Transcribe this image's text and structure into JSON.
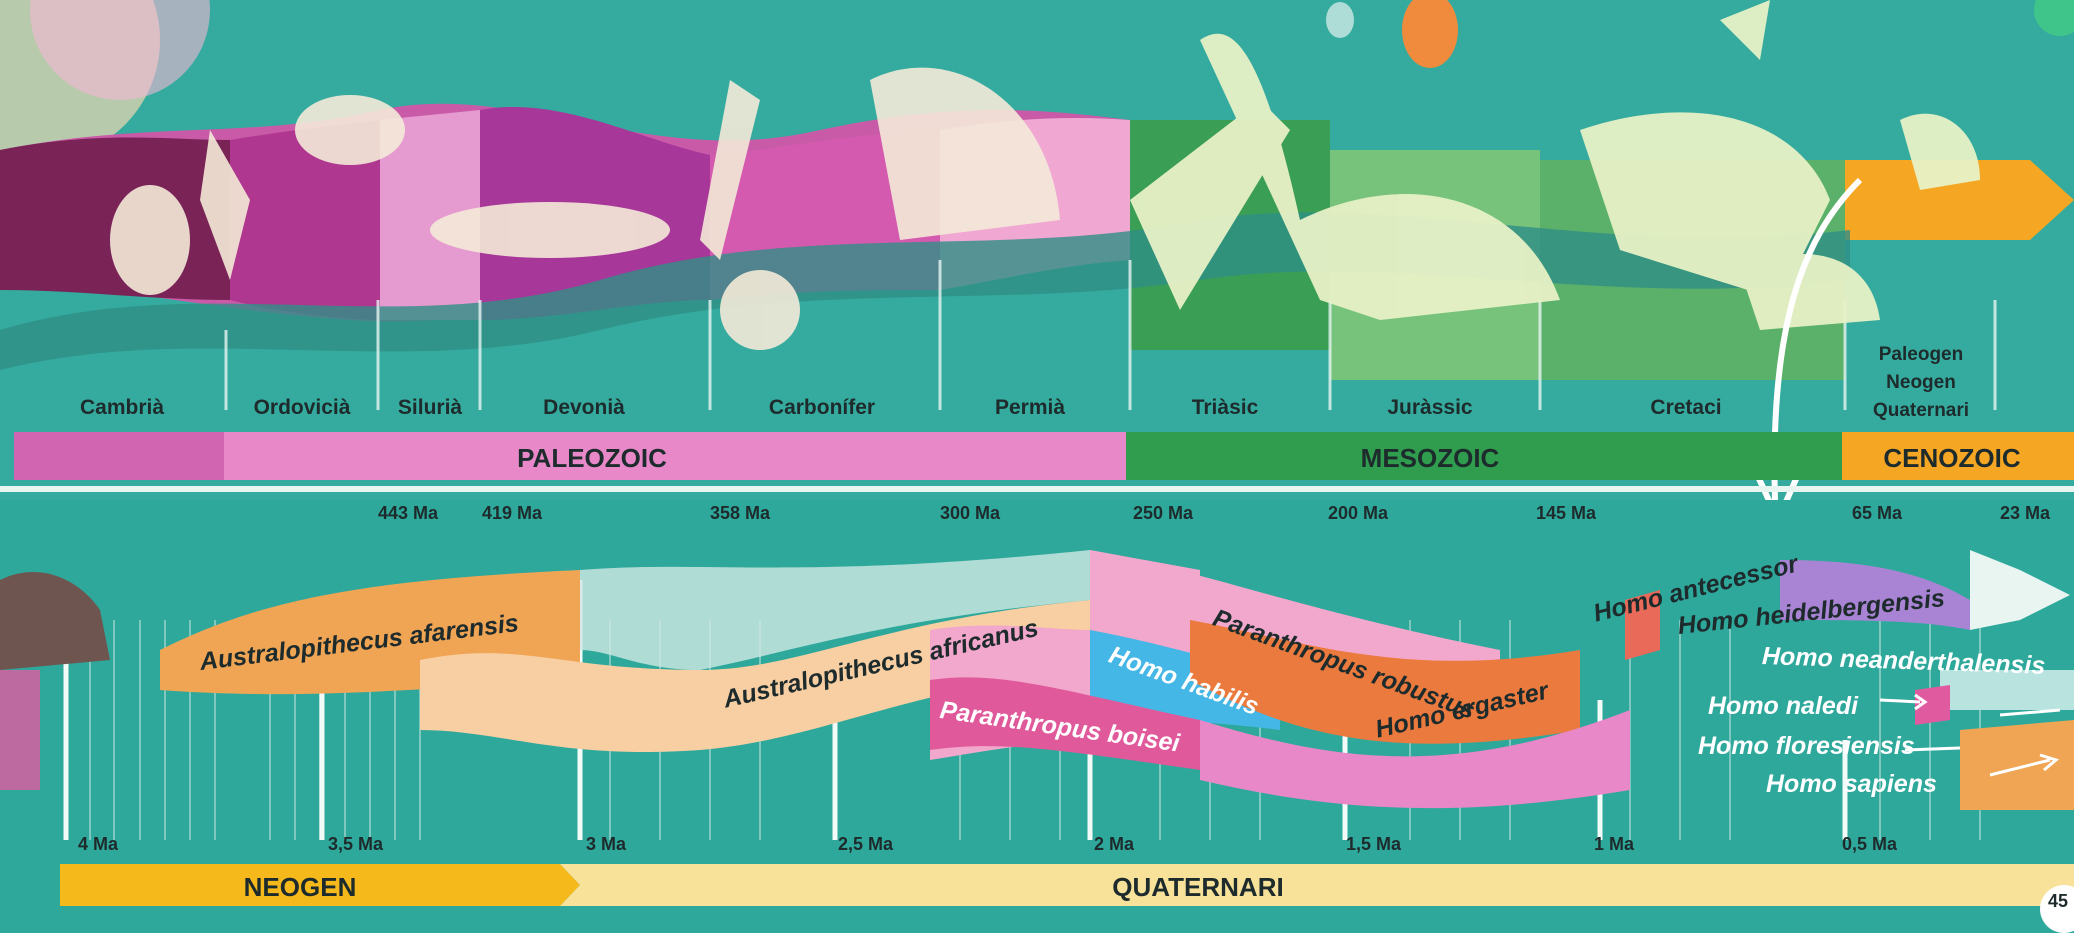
{
  "periods": [
    {
      "label": "Cambrià"
    },
    {
      "label": "Ordovicià"
    },
    {
      "label": "Silurià"
    },
    {
      "label": "Devonià"
    },
    {
      "label": "Carbonífer"
    },
    {
      "label": "Permià"
    },
    {
      "label": "Triàsic"
    },
    {
      "label": "Juràssic"
    },
    {
      "label": "Cretaci"
    }
  ],
  "cenozoic_periods": [
    "Paleogen",
    "Neogen",
    "Quaternari"
  ],
  "eras": {
    "paleozoic": "PALEOZOIC",
    "mesozoic": "MESOZOIC",
    "cenozoic": "CENOZOIC"
  },
  "top_dates": [
    "443 Ma",
    "419 Ma",
    "358 Ma",
    "300 Ma",
    "250 Ma",
    "200 Ma",
    "145 Ma",
    "65 Ma",
    "23 Ma"
  ],
  "species": [
    "Australopithecus afarensis",
    "Australopithecus africanus",
    "Homo habilis",
    "Paranthropus boisei",
    "Paranthropus robustus",
    "Homo ergaster",
    "Homo antecessor",
    "Homo heidelbergensis",
    "Homo neanderthalensis",
    "Homo naledi",
    "Homo floresiensis",
    "Homo sapiens"
  ],
  "bottom_dates": [
    "4 Ma",
    "3,5 Ma",
    "3 Ma",
    "2,5 Ma",
    "2 Ma",
    "1,5 Ma",
    "1 Ma",
    "0,5 Ma"
  ],
  "epochs": {
    "neogen": "NEOGEN",
    "quaternari": "QUATERNARI"
  },
  "page_number": "45",
  "colors": {
    "paleozoic": "#e07fbe",
    "mesozoic": "#2f9c4e",
    "cenozoic": "#f5a623",
    "background": "#2fa89c",
    "neogen": "#f6b91c",
    "quaternari": "#f8e29a"
  }
}
